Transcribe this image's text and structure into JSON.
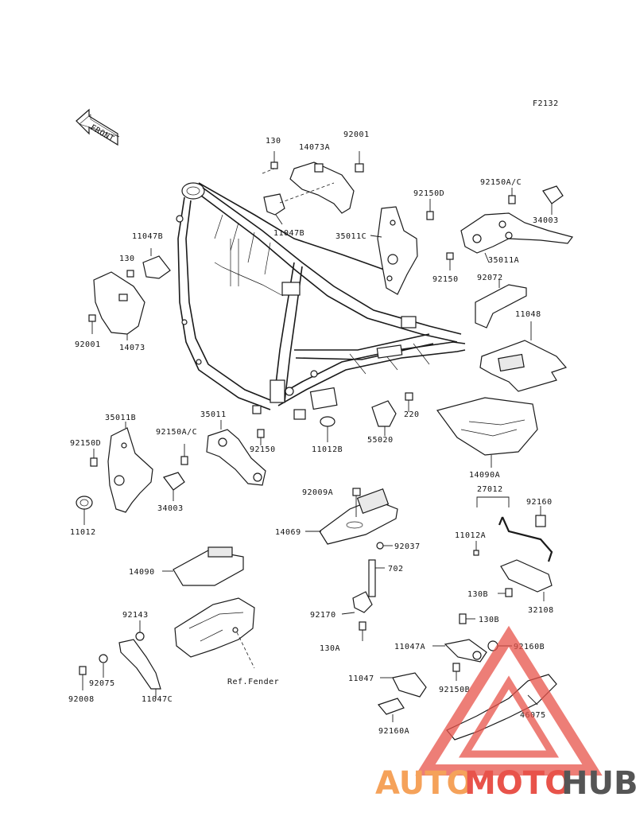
{
  "figure_code": "F2132",
  "direction_label": "FRONT",
  "ref_note": "Ref.Fender",
  "watermark": {
    "part1": "AUTO",
    "part2": "MOTO",
    "part3": "HUB",
    "color1": "#f5a25a",
    "color2": "#e8534a",
    "color3": "#555555",
    "logo_color": "#e8534a"
  },
  "labels": {
    "l130a": "130",
    "l14073a": "14073A",
    "l92001a": "92001",
    "l11047b_top": "11047B",
    "l92150d_top": "92150D",
    "l35011c": "35011C",
    "l92150ac_top": "92150A/C",
    "l34003_top": "34003",
    "l35011a": "35011A",
    "l92150_r": "92150",
    "l92072": "92072",
    "l11048": "11048",
    "l11047b_left": "11047B",
    "l130_left": "130",
    "l92001_left": "92001",
    "l14073": "14073",
    "l35011b": "35011B",
    "l35011": "35011",
    "l92150d_left": "92150D",
    "l92150ac_mid": "92150A/C",
    "l92150_mid": "92150",
    "l11012b": "11012B",
    "l55020": "55020",
    "l220": "220",
    "l14090a": "14090A",
    "l34003_bot": "34003",
    "l11012": "11012",
    "l27012": "27012",
    "l92009a": "92009A",
    "l14069": "14069",
    "l92037": "92037",
    "l92160": "92160",
    "l11012a": "11012A",
    "l702": "702",
    "l130b_r": "130B",
    "l32108": "32108",
    "l14090": "14090",
    "l92143": "92143",
    "l92170": "92170",
    "l130b_c": "130B",
    "l11047a": "11047A",
    "l92160b": "92160B",
    "l130a_c": "130A",
    "l11047": "11047",
    "l92150b": "92150B",
    "l92075": "92075",
    "l92008": "92008",
    "l11047c": "11047C",
    "l92160a": "92160A",
    "l46075": "46075"
  }
}
